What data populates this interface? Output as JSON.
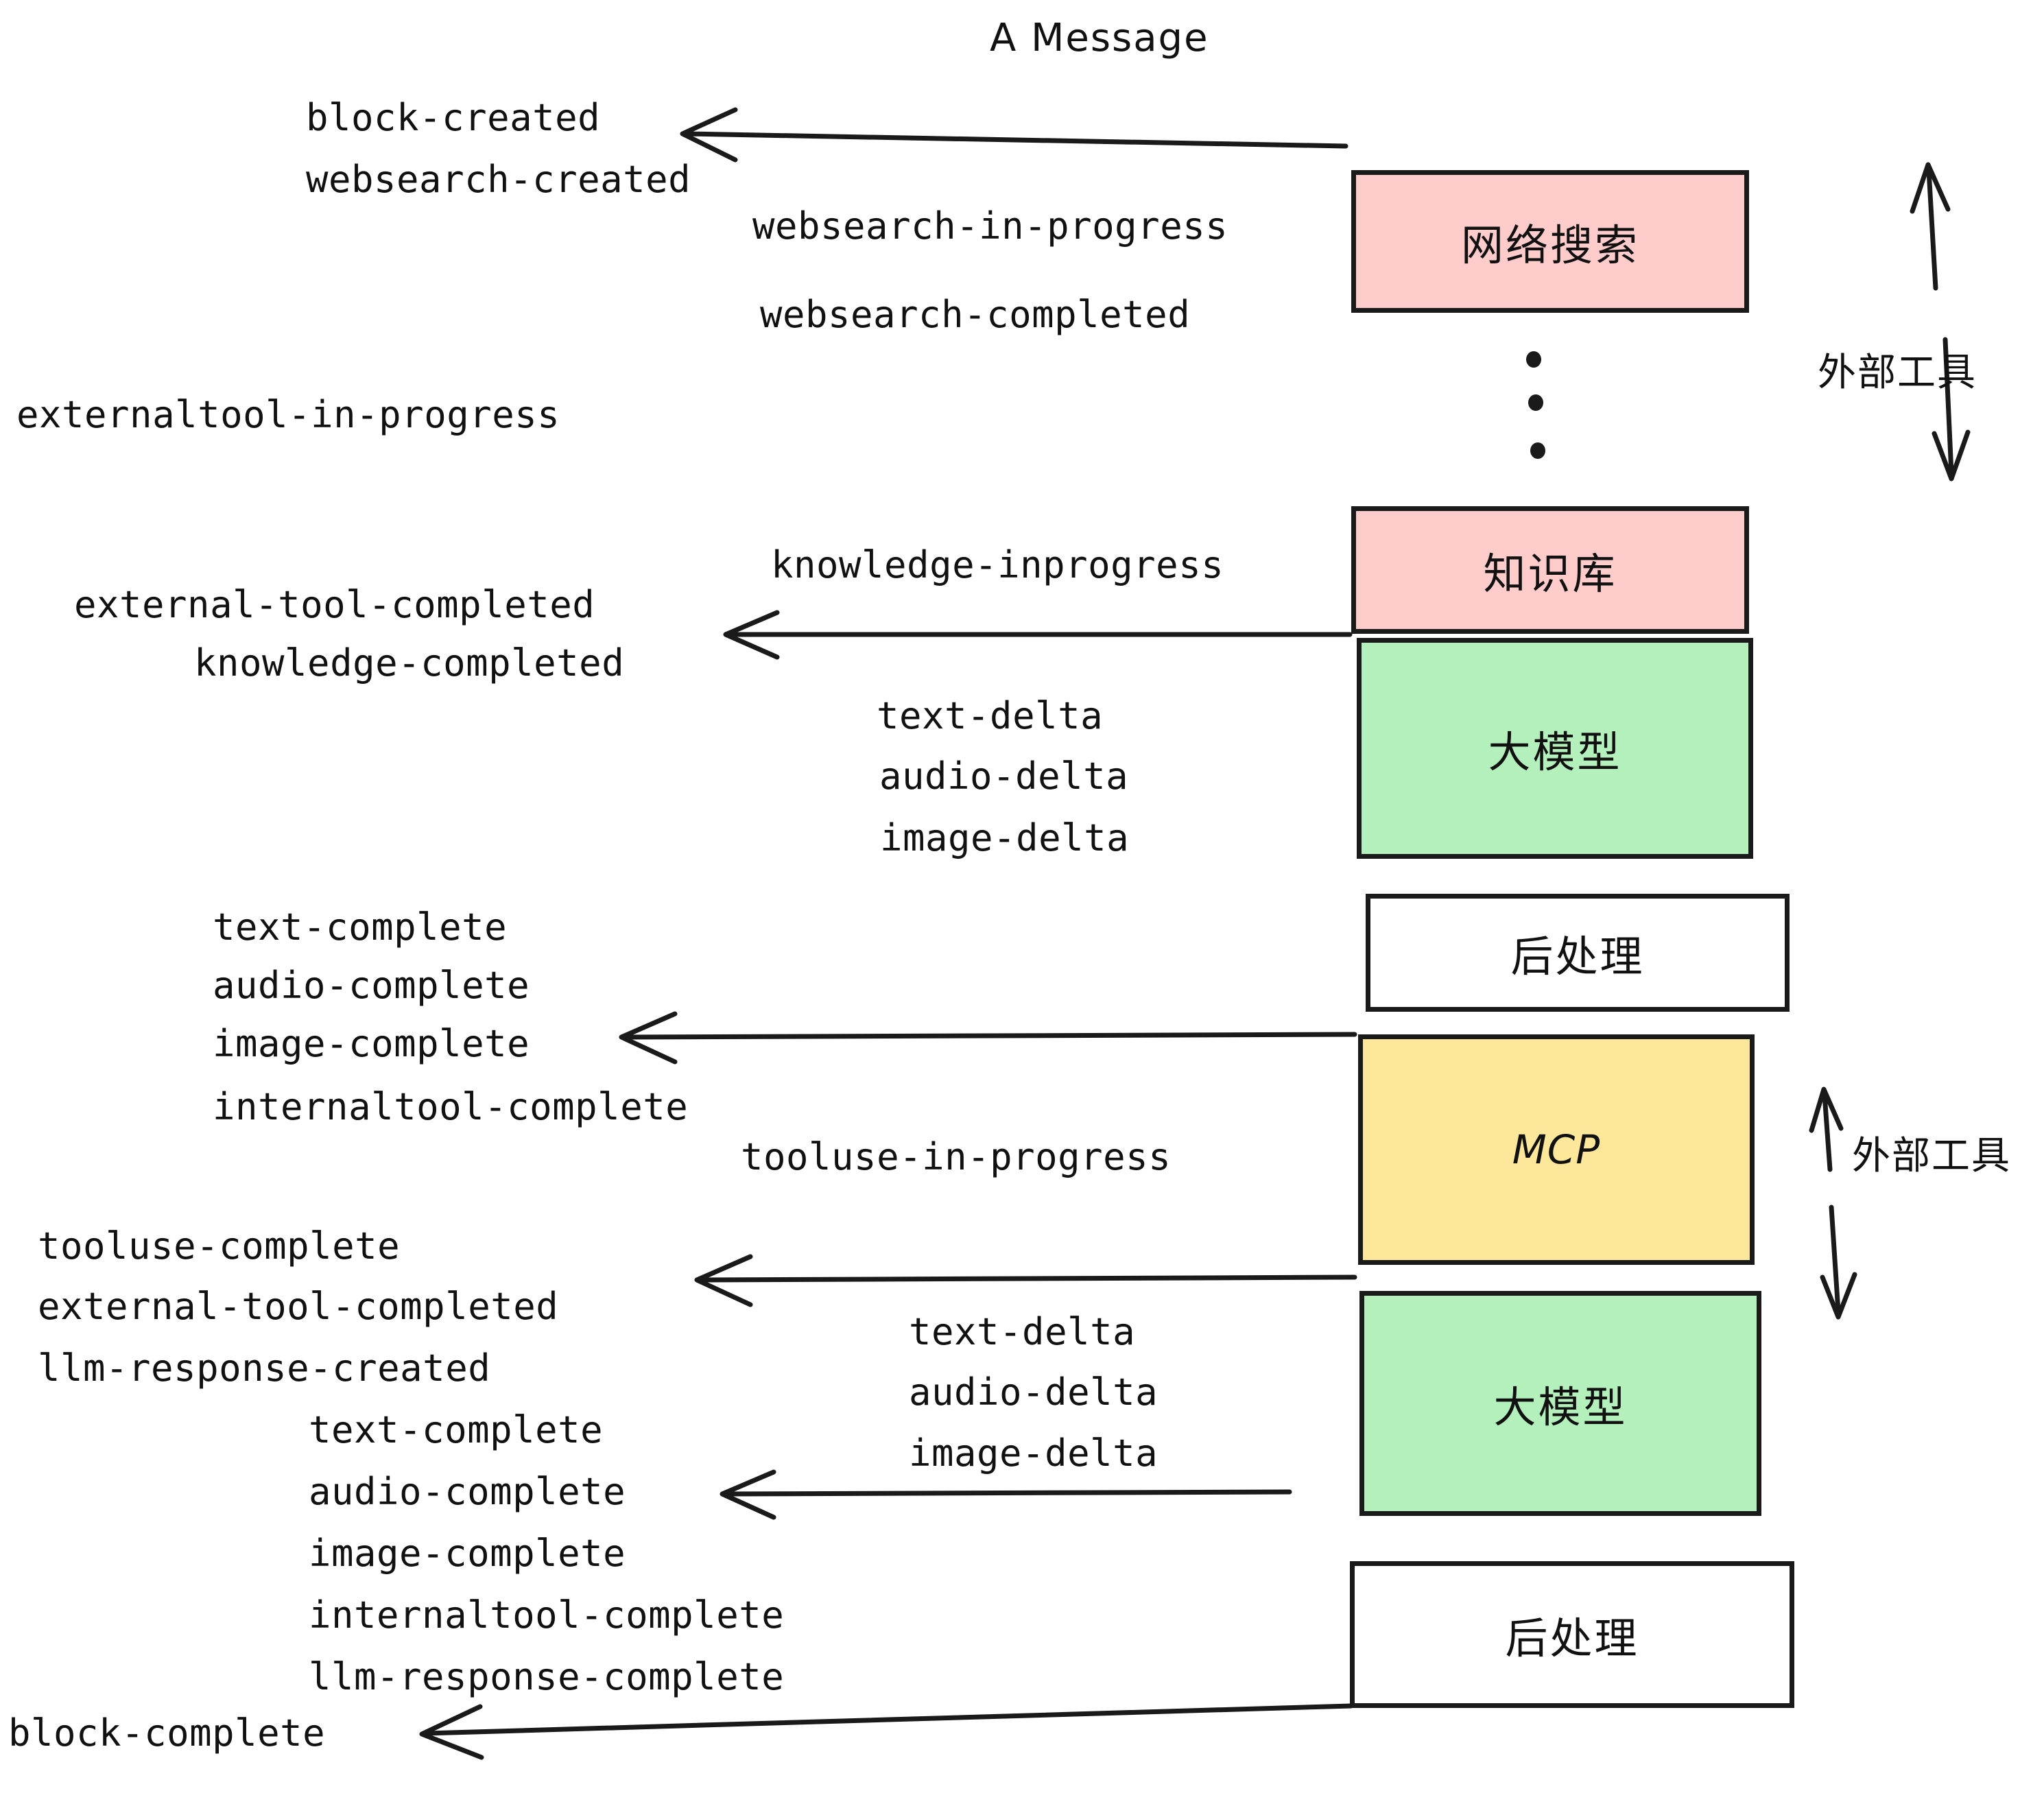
{
  "title": "A Message",
  "colors": {
    "pink": "#ffcccc",
    "green": "#b4f0bc",
    "yellow": "#fde79a",
    "white": "#ffffff",
    "stroke": "#1a1a1a",
    "text": "#111111"
  },
  "boxes": [
    {
      "id": "websearch",
      "label": "网络搜索",
      "fill": "#ffcccc"
    },
    {
      "id": "knowledge",
      "label": "知识库",
      "fill": "#ffcccc"
    },
    {
      "id": "llm-1",
      "label": "大模型",
      "fill": "#b4f0bc"
    },
    {
      "id": "postproc-1",
      "label": "后处理",
      "fill": "#ffffff"
    },
    {
      "id": "mcp",
      "label": "MCP",
      "fill": "#fde79a"
    },
    {
      "id": "llm-2",
      "label": "大模型",
      "fill": "#b4f0bc"
    },
    {
      "id": "postproc-2",
      "label": "后处理",
      "fill": "#ffffff"
    }
  ],
  "side_labels": [
    {
      "id": "external-tool-top",
      "label": "外部工具"
    },
    {
      "id": "external-tool-bottom",
      "label": "外部工具"
    }
  ],
  "events": [
    {
      "id": "block-created",
      "label": "block-created"
    },
    {
      "id": "websearch-created",
      "label": "websearch-created"
    },
    {
      "id": "websearch-in-progress",
      "label": "websearch-in-progress"
    },
    {
      "id": "websearch-completed",
      "label": "websearch-completed"
    },
    {
      "id": "externaltool-in-progress",
      "label": "externaltool-in-progress"
    },
    {
      "id": "knowledge-inprogress",
      "label": "knowledge-inprogress"
    },
    {
      "id": "external-tool-completed-1",
      "label": "external-tool-completed"
    },
    {
      "id": "knowledge-completed",
      "label": "knowledge-completed"
    },
    {
      "id": "text-delta-1",
      "label": "text-delta"
    },
    {
      "id": "audio-delta-1",
      "label": "audio-delta"
    },
    {
      "id": "image-delta-1",
      "label": "image-delta"
    },
    {
      "id": "text-complete-1",
      "label": "text-complete"
    },
    {
      "id": "audio-complete-1",
      "label": "audio-complete"
    },
    {
      "id": "image-complete-1",
      "label": "image-complete"
    },
    {
      "id": "internaltool-complete-1",
      "label": "internaltool-complete"
    },
    {
      "id": "tooluse-in-progress",
      "label": "tooluse-in-progress"
    },
    {
      "id": "tooluse-complete",
      "label": "tooluse-complete"
    },
    {
      "id": "external-tool-completed-2",
      "label": "external-tool-completed"
    },
    {
      "id": "llm-response-created",
      "label": "llm-response-created"
    },
    {
      "id": "text-delta-2",
      "label": "text-delta"
    },
    {
      "id": "audio-delta-2",
      "label": "audio-delta"
    },
    {
      "id": "image-delta-2",
      "label": "image-delta"
    },
    {
      "id": "text-complete-2",
      "label": "text-complete"
    },
    {
      "id": "audio-complete-2",
      "label": "audio-complete"
    },
    {
      "id": "image-complete-2",
      "label": "image-complete"
    },
    {
      "id": "internaltool-complete-2",
      "label": "internaltool-complete"
    },
    {
      "id": "llm-response-complete",
      "label": "llm-response-complete"
    },
    {
      "id": "block-complete",
      "label": "block-complete"
    }
  ]
}
